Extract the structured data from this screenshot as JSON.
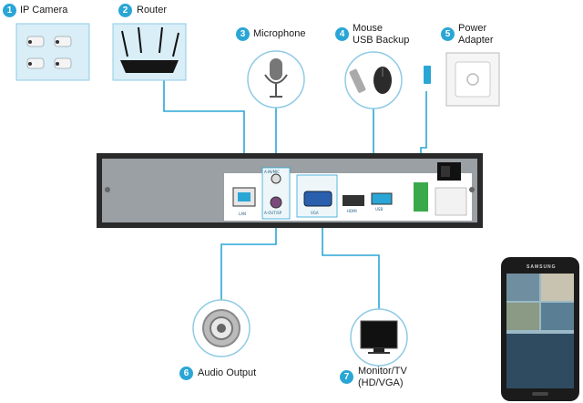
{
  "callouts": [
    {
      "number": "1",
      "label": "IP Camera"
    },
    {
      "number": "2",
      "label": "Router"
    },
    {
      "number": "3",
      "label": "Microphone"
    },
    {
      "number": "4",
      "label": "Mouse\nUSB Backup"
    },
    {
      "number": "5",
      "label": "Power\nAdapter"
    },
    {
      "number": "6",
      "label": "Audio Output"
    },
    {
      "number": "7",
      "label": "Monitor/TV\n(HD/VGA)"
    }
  ],
  "ports": {
    "lan": "LAN",
    "audio_in": "A-IN/MIC",
    "audio_out": "A-OUT/SP",
    "vga": "VGA",
    "hdmi": "HDMI",
    "usb": "USB"
  },
  "phone": {
    "brand": "SAMSUNG"
  },
  "colors": {
    "accent": "#2aa6d6",
    "panel": "#d9eef7",
    "panel_border": "#8fcbe4",
    "nvr_body": "#9aa0a4",
    "nvr_frame": "#2a2a2a"
  }
}
